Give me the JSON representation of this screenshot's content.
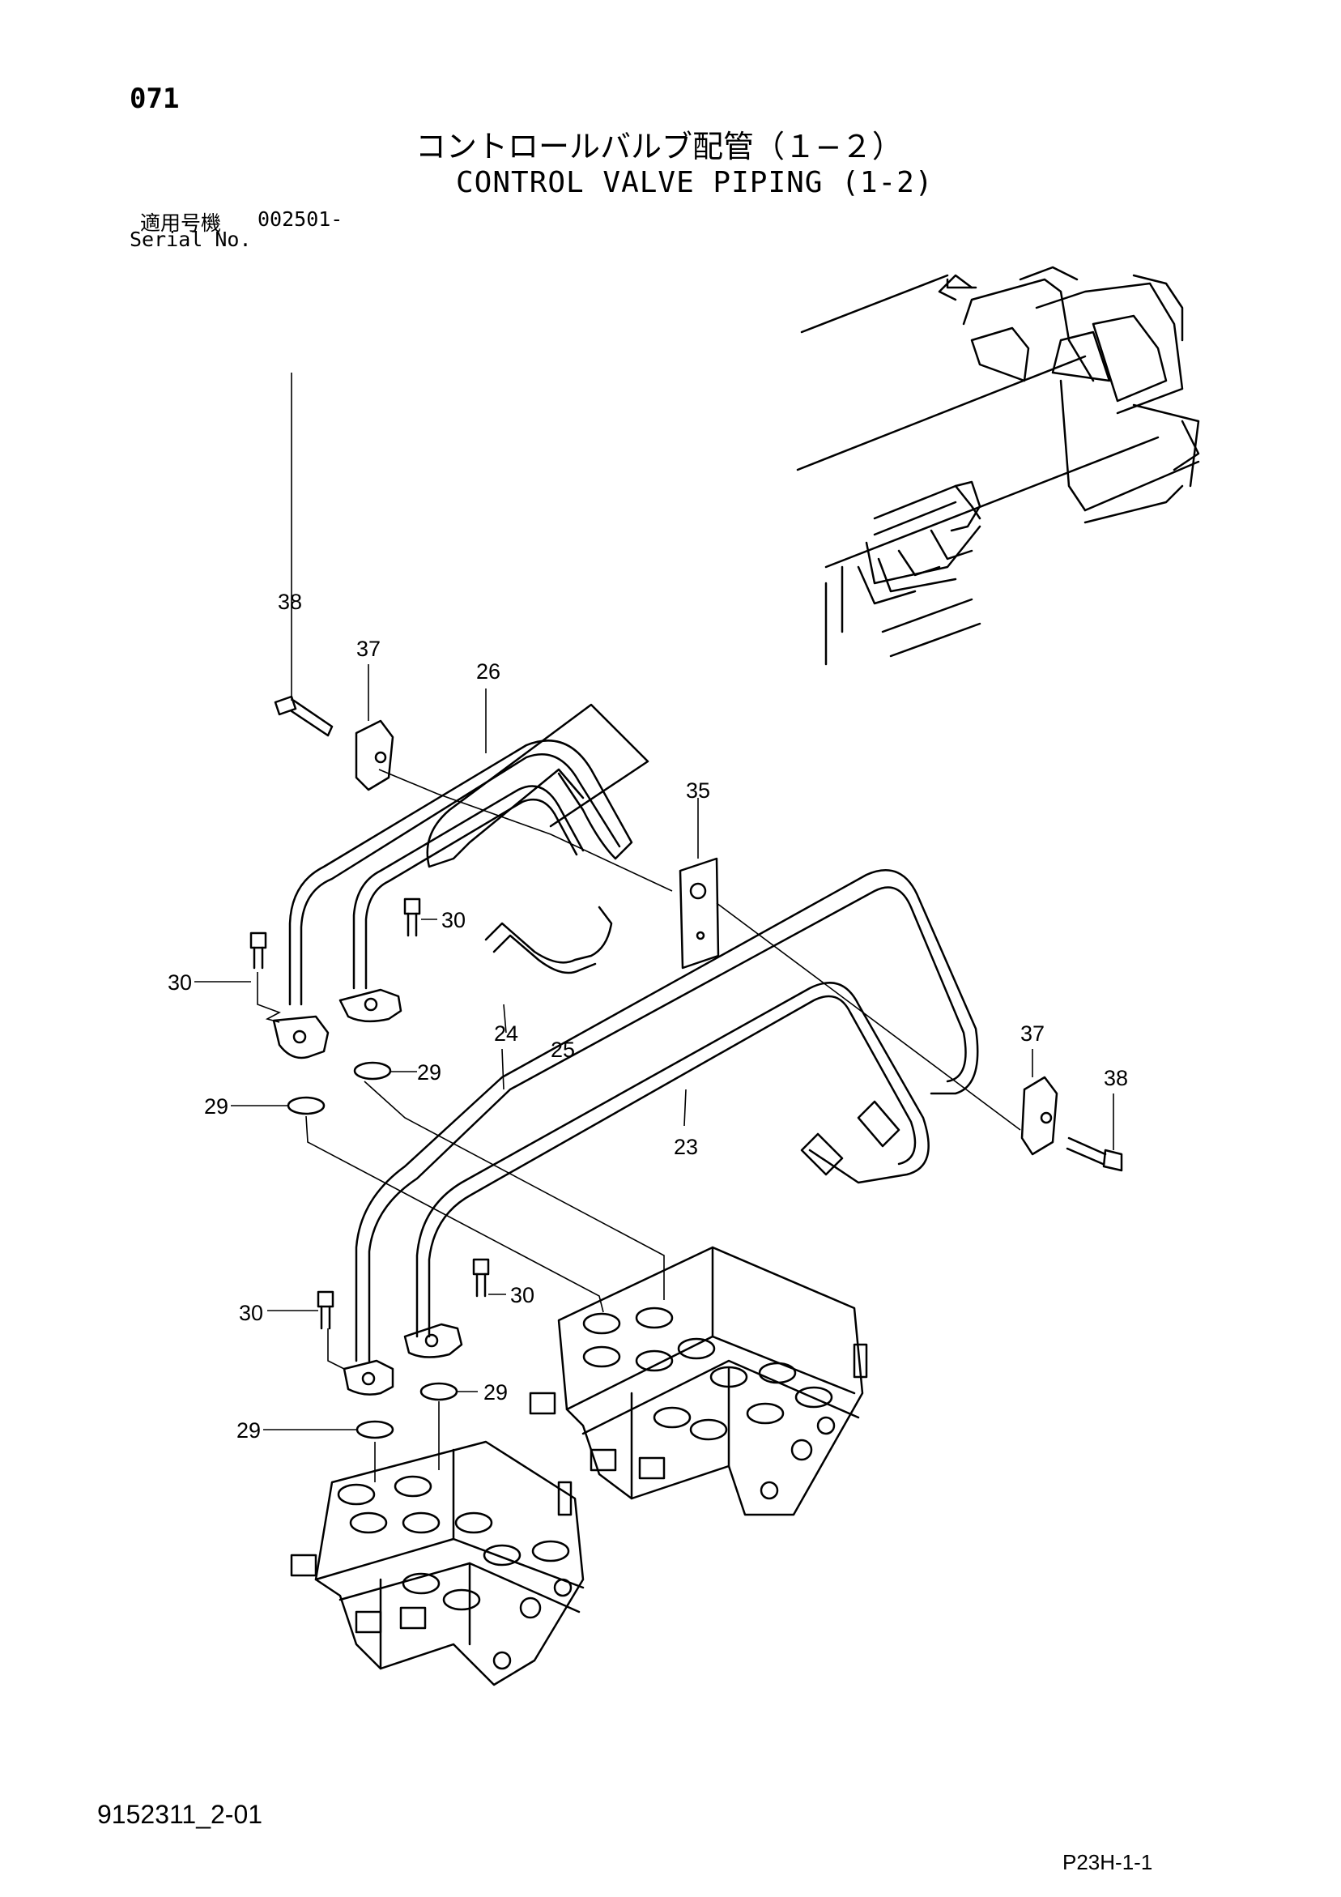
{
  "header": {
    "page_number": "071",
    "title_japanese": "コントロールバルブ配管（１−２）",
    "title_english": "CONTROL VALVE PIPING (1-2)",
    "serial_label_japanese": "適用号機",
    "serial_value": "002501-",
    "serial_label_english": "Serial No."
  },
  "callouts": [
    "38",
    "37",
    "26",
    "35",
    "30",
    "30",
    "24",
    "25",
    "29",
    "29",
    "37",
    "38",
    "23",
    "30",
    "30",
    "29",
    "29"
  ],
  "footer": {
    "document_code": "9152311_2-01",
    "sheet_code": "P23H-1-1"
  }
}
